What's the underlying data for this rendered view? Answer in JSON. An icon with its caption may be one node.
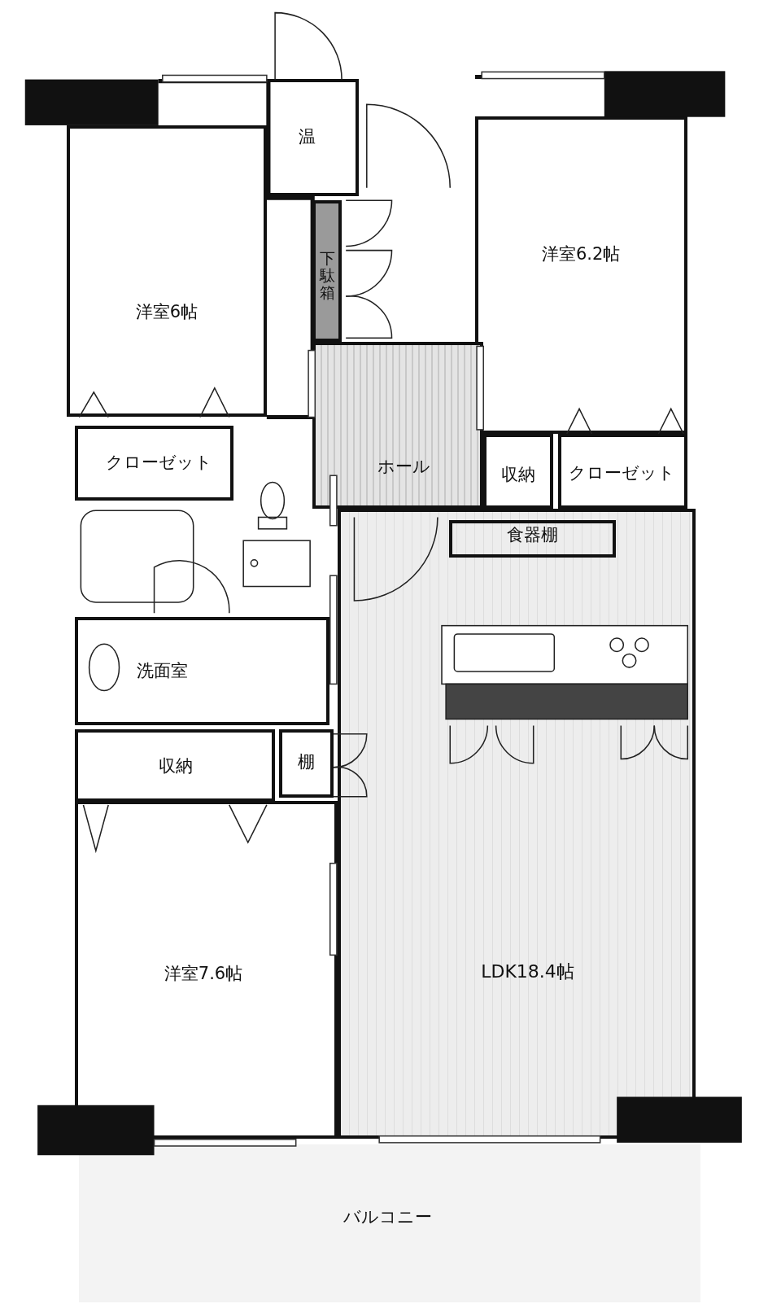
{
  "diagram": {
    "nodes": [
      {
        "text": [
          "温"
        ]
      },
      {
        "text": [
          "下駄箱"
        ]
      },
      {
        "text": [
          "洋室6帖"
        ]
      },
      {
        "text": [
          "洋室6.2帖"
        ]
      },
      {
        "text": [
          "クローゼット"
        ]
      },
      {
        "text": [
          "ホール"
        ]
      },
      {
        "text": [
          "収納"
        ]
      },
      {
        "text": [
          "クローゼット"
        ]
      },
      {
        "text": [
          "LDK18.4帖"
        ]
      },
      {
        "text": [
          "食器棚"
        ],
        "in": 8
      },
      {
        "text": [
          "洗面室"
        ]
      },
      {
        "text": [
          "収納"
        ]
      },
      {
        "text": [
          "棚"
        ]
      },
      {
        "text": [
          "洋室7.6帖"
        ]
      },
      {
        "text": [
          "バルコニー"
        ]
      }
    ]
  }
}
